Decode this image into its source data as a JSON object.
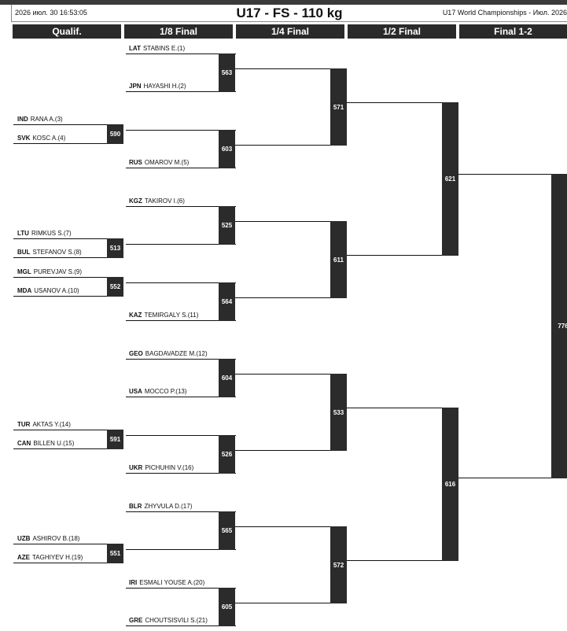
{
  "header": {
    "date": "2026 июл. 30 16:53:05",
    "title": "U17 - FS - 110 kg",
    "event": "U17 World Championships - Июл. 2026"
  },
  "rounds": [
    "Qualif.",
    "1/8 Final",
    "1/4 Final",
    "1/2 Final",
    "Final 1-2"
  ],
  "athletes": [
    {
      "nat": "LAT",
      "name": "STABINS E.(1)"
    },
    {
      "nat": "JPN",
      "name": "HAYASHI H.(2)"
    },
    {
      "nat": "IND",
      "name": "RANA A.(3)"
    },
    {
      "nat": "SVK",
      "name": "KOSC A.(4)"
    },
    {
      "nat": "RUS",
      "name": "OMAROV M.(5)"
    },
    {
      "nat": "KGZ",
      "name": "TAKIROV I.(6)"
    },
    {
      "nat": "LTU",
      "name": "RIMKUS S.(7)"
    },
    {
      "nat": "BUL",
      "name": "STEFANOV S.(8)"
    },
    {
      "nat": "MGL",
      "name": "PUREVJAV S.(9)"
    },
    {
      "nat": "MDA",
      "name": "USANOV A.(10)"
    },
    {
      "nat": "KAZ",
      "name": "TEMIRGALY S.(11)"
    },
    {
      "nat": "GEO",
      "name": "BAGDAVADZE M.(12)"
    },
    {
      "nat": "USA",
      "name": "MOCCO P.(13)"
    },
    {
      "nat": "TUR",
      "name": "AKTAS Y.(14)"
    },
    {
      "nat": "CAN",
      "name": "BILLEN U.(15)"
    },
    {
      "nat": "UKR",
      "name": "PICHUHIN V.(16)"
    },
    {
      "nat": "BLR",
      "name": "ZHYVULA D.(17)"
    },
    {
      "nat": "UZB",
      "name": "ASHIROV B.(18)"
    },
    {
      "nat": "AZE",
      "name": "TAGHIYEV H.(19)"
    },
    {
      "nat": "IRI",
      "name": "ESMALI YOUSE A.(20)"
    },
    {
      "nat": "GRE",
      "name": "CHOUTSISVILI S.(21)"
    }
  ],
  "matches": {
    "qualif": [
      "590",
      "513",
      "552",
      "591",
      "551"
    ],
    "r16": [
      "563",
      "603",
      "525",
      "564",
      "604",
      "526",
      "565",
      "605"
    ],
    "qf": [
      "571",
      "611",
      "533",
      "572"
    ],
    "sf": [
      "621",
      "616"
    ],
    "final": [
      "776"
    ]
  }
}
